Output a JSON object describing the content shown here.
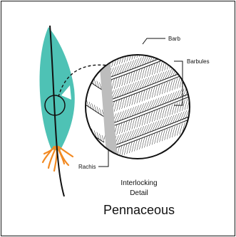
{
  "labels": {
    "barb": "Barb",
    "barbules": "Barbules",
    "rachis": "Rachis",
    "detail_line1": "Interlocking",
    "detail_line2": "Detail",
    "title": "Pennaceous"
  },
  "colors": {
    "vane": "#4ec2b5",
    "afterfeather": "#f28a22",
    "rachis_detail": "#bdbdbd",
    "ink": "#111111",
    "frame": "#1a1a1a"
  }
}
